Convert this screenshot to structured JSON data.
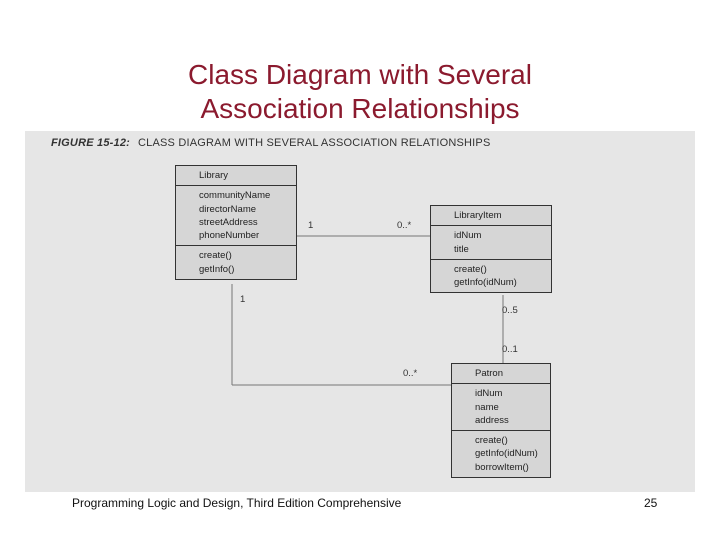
{
  "title": {
    "line1": "Class Diagram with Several",
    "line2": "Association Relationships"
  },
  "figure": {
    "number": "FIGURE 15-12:",
    "caption": "CLASS DIAGRAM WITH SEVERAL ASSOCIATION RELATIONSHIPS"
  },
  "classes": {
    "library": {
      "name": "Library",
      "attributes": [
        "communityName",
        "directorName",
        "streetAddress",
        "phoneNumber"
      ],
      "methods": [
        "create()",
        "getInfo()"
      ]
    },
    "library_item": {
      "name": "LibraryItem",
      "attributes": [
        "idNum",
        "title"
      ],
      "methods": [
        "create()",
        "getInfo(idNum)"
      ]
    },
    "patron": {
      "name": "Patron",
      "attributes": [
        "idNum",
        "name",
        "address"
      ],
      "methods": [
        "create()",
        "getInfo(idNum)",
        "borrowItem()"
      ]
    }
  },
  "multiplicities": {
    "library_to_item_library_end": "1",
    "library_to_item_item_end": "0..*",
    "library_to_patron_library_end": "1",
    "library_to_patron_patron_end": "0..*",
    "item_to_patron_item_end": "0..5",
    "item_to_patron_patron_end": "0..1"
  },
  "footer": {
    "text": "Programming Logic and Design, Third Edition Comprehensive",
    "page": "25"
  }
}
